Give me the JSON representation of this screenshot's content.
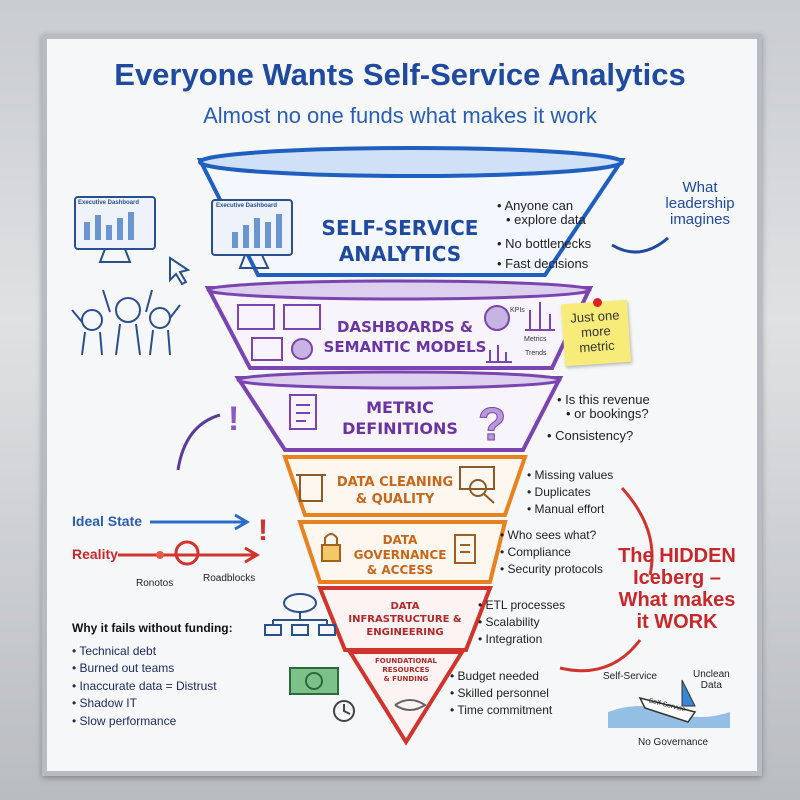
{
  "title": "Everyone Wants Self-Service Analytics",
  "subtitle": "Almost no one funds what makes it work",
  "layers": [
    {
      "label1": "SELF-SERVICE",
      "label2": "ANALYTICS",
      "color": "#1f5fbf",
      "bullets": [
        "Anyone can",
        "explore data",
        "No bottlenecks",
        "Fast decisions"
      ],
      "dashboard_label": "Executive Dashboard"
    },
    {
      "label1": "DASHBOARDS &",
      "label2": "SEMANTIC MODELS",
      "color": "#7a45b0",
      "icon_labels": [
        "KPIs",
        "Metrics",
        "Trends"
      ]
    },
    {
      "label1": "METRIC",
      "label2": "DEFINITIONS",
      "color": "#7a45b0",
      "bullets": [
        "Is this revenue",
        "or bookings?",
        "Consistency?"
      ]
    },
    {
      "label1": "DATA CLEANING",
      "label2": "& QUALITY",
      "color": "#e8821e",
      "bullets": [
        "Missing values",
        "Duplicates",
        "Manual effort"
      ]
    },
    {
      "label1": "DATA",
      "label2": "GOVERNANCE",
      "label3": "& ACCESS",
      "color": "#e8821e",
      "bullets": [
        "Who sees what?",
        "Compliance",
        "Security protocols"
      ]
    },
    {
      "label1": "DATA",
      "label2": "INFRASTRUCTURE & ENGINEERING",
      "color": "#d0342c",
      "bullets": [
        "ETL processes",
        "Scalability",
        "Integration"
      ]
    },
    {
      "label1": "FOUNDATIONAL",
      "label2": "RESOURCES",
      "label3": "& FUNDING",
      "color": "#d0342c",
      "bullets": [
        "Budget needed",
        "Skilled personnel",
        "Time commitment"
      ]
    }
  ],
  "left": {
    "dashboard_label": "Executive Dashboard",
    "ideal": "Ideal State",
    "reality": "Reality",
    "ronotos": "Ronotos",
    "roadblocks": "Roadblocks",
    "why_title": "Why it fails without funding:",
    "why": [
      "Technical debt",
      "Burned out teams",
      "Inaccurate data = Distrust",
      "Shadow IT",
      "Slow performance"
    ]
  },
  "right": {
    "leadership": [
      "What",
      "leadership",
      "imagines"
    ],
    "sticky": [
      "Just one",
      "more",
      "metric"
    ],
    "hidden": [
      "The HIDDEN",
      "Iceberg –",
      "What makes",
      "it WORK"
    ],
    "boat_left": "Self-Service",
    "boat_right": [
      "Unclean",
      "Data"
    ],
    "boat_name": "Self-Service",
    "boat_bottom": "No Governance"
  }
}
